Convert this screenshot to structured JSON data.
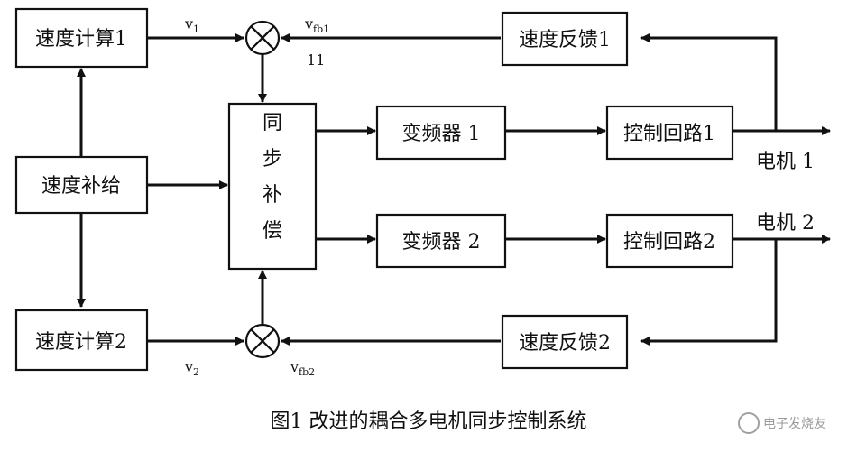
{
  "blocks": {
    "speed_calc_1": "速度计算1",
    "speed_calc_2": "速度计算2",
    "speed_comp": "速度补给",
    "sync_comp": [
      "同",
      "步",
      "补",
      "偿"
    ],
    "inverter_1": "变频器 1",
    "inverter_2": "变频器 2",
    "control_loop_1": "控制回路1",
    "control_loop_2": "控制回路2",
    "speed_feedback_1": "速度反馈1",
    "speed_feedback_2": "速度反馈2"
  },
  "signals": {
    "v1": "v",
    "v1_sub": "1",
    "vfb1": "v",
    "vfb1_sub": "fb1",
    "v2": "v",
    "v2_sub": "2",
    "vfb2": "v",
    "vfb2_sub": "fb2",
    "node_11": "11"
  },
  "motors": {
    "motor_1": "电机 1",
    "motor_2": "电机 2"
  },
  "caption": "图1  改进的耦合多电机同步控制系统",
  "watermark": "电子发烧友"
}
